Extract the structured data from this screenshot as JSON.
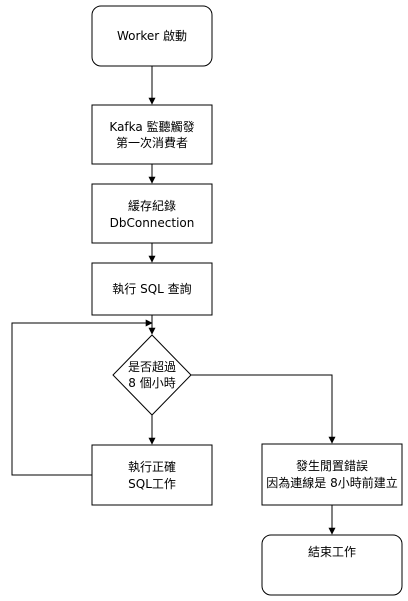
{
  "nodes": {
    "worker_start": {
      "lines": [
        "Worker 啟動"
      ]
    },
    "kafka_trigger": {
      "lines": [
        "Kafka 監聽觸發",
        "第一次消費者"
      ]
    },
    "cache_connection": {
      "lines": [
        "緩存紀錄",
        "DbConnection"
      ]
    },
    "execute_query": {
      "lines": [
        "執行 SQL 查詢"
      ]
    },
    "over_8_hours": {
      "lines": [
        "是否超過",
        "8 個小時"
      ]
    },
    "execute_correct": {
      "lines": [
        "執行正確",
        "SQL工作"
      ]
    },
    "idle_error": {
      "lines": [
        "發生閒置錯誤",
        "因為連線是 8小時前建立"
      ]
    },
    "end_work": {
      "lines": [
        "結束工作"
      ]
    }
  },
  "colors": {
    "stroke": "#000000",
    "fill": "#ffffff",
    "text": "#000000"
  }
}
